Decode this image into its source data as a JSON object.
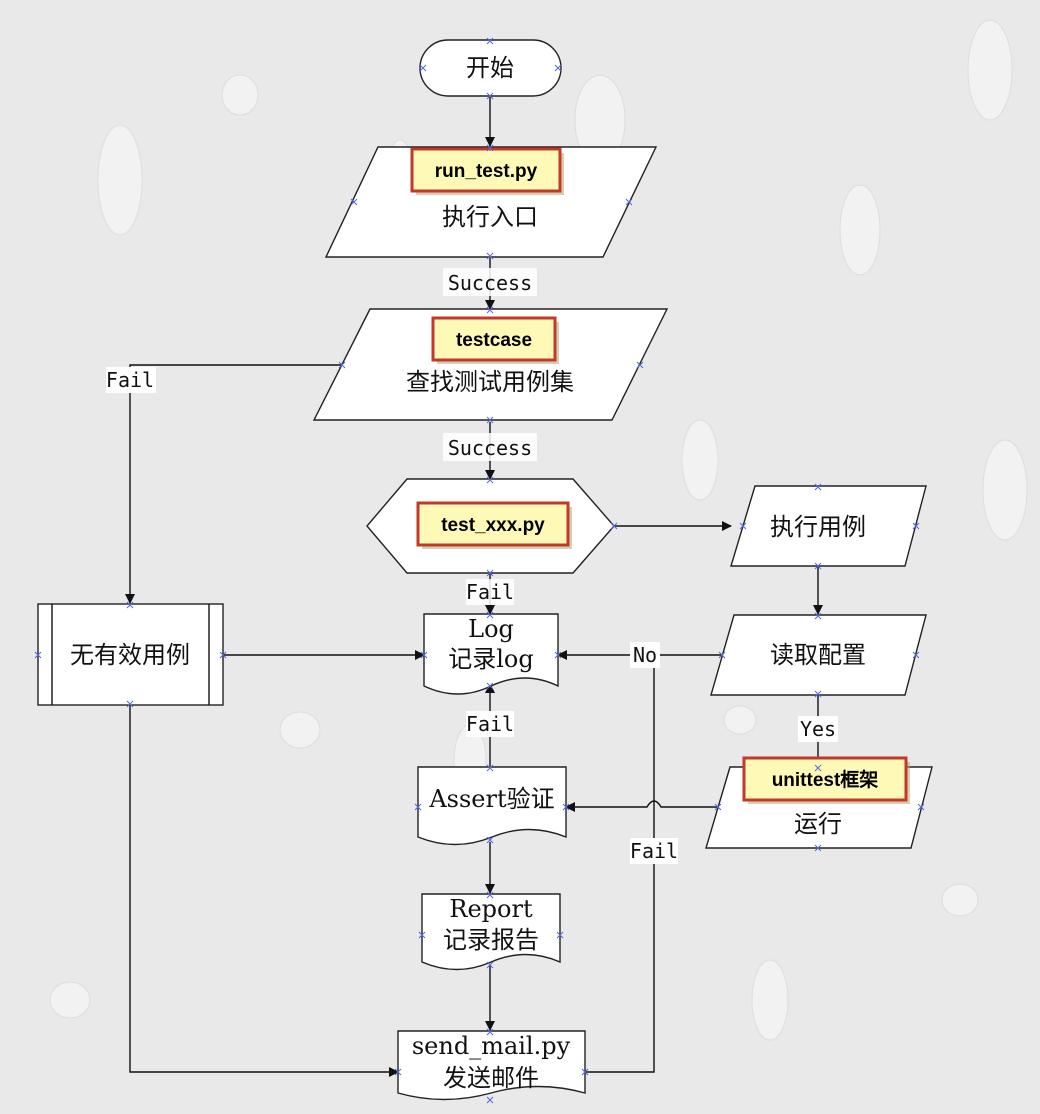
{
  "nodes": {
    "start": "开始",
    "entry": "执行入口",
    "find": "查找测试用例集",
    "no_valid": "无有效用例",
    "exec_case": "执行用例",
    "read_config": "读取配置",
    "log_title": "Log",
    "log_sub": "记录log",
    "unittest_run": "运行",
    "assert": "Assert验证",
    "report_title": "Report",
    "report_sub": "记录报告",
    "mail_title": "send_mail.py",
    "mail_sub": "发送邮件"
  },
  "tags": {
    "run_test": "run_test.py",
    "testcase": "testcase",
    "test_xxx": "test_xxx.py",
    "unittest": "unittest框架"
  },
  "edge_labels": {
    "success1": "Success",
    "success2": "Success",
    "fail_left": "Fail",
    "fail_test": "Fail",
    "no": "No",
    "yes": "Yes",
    "fail_assert": "Fail",
    "fail_mail": "Fail"
  }
}
